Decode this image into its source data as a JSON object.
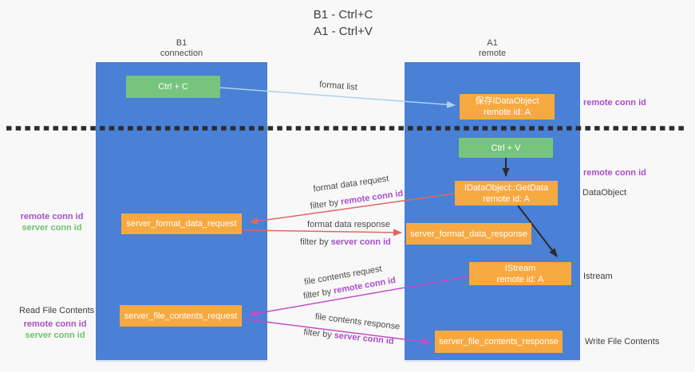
{
  "title": {
    "line1": "B1 - Ctrl+C",
    "line2": "A1 - Ctrl+V"
  },
  "lanes": {
    "left": {
      "title": "B1",
      "subtitle": "connection"
    },
    "right": {
      "title": "A1",
      "subtitle": "remote"
    }
  },
  "nodes": {
    "ctrl_c": {
      "label": "Ctrl + C"
    },
    "ctrl_v": {
      "label": "Ctrl + V"
    },
    "save_idataobject": {
      "line1": "保存IDataObject",
      "line2": "remote id: A"
    },
    "getdata": {
      "line1": "IDataObject::GetData",
      "line2": "remote id: A"
    },
    "istream": {
      "line1": "IStream",
      "line2": "remote id: A"
    },
    "format_request": {
      "label": "server_format_data_request"
    },
    "format_response": {
      "label": "server_format_data_response"
    },
    "file_request": {
      "label": "server_file_contents_request"
    },
    "file_response": {
      "label": "server_file_contents_response"
    }
  },
  "arrow_labels": {
    "format_list": "format list",
    "format_data_request": "format data request",
    "format_data_response": "format data response",
    "file_contents_request": "file contents request",
    "file_contents_response": "file contents response",
    "filter_by": "filter by",
    "remote_conn_id": "remote conn id",
    "server_conn_id": "server conn id"
  },
  "side_labels": {
    "remote_conn_id": "remote conn id",
    "server_conn_id": "server conn id",
    "dataobject": "DataObject",
    "istream": "Istream",
    "read_file_contents": "Read File Contents",
    "write_file_contents": "Write File Contents"
  },
  "colors": {
    "lane_blue": "#4a80d6",
    "box_orange": "#f7a941",
    "box_green": "#77c57d",
    "label_purple": "#a94fc9",
    "label_green": "#6cc46c",
    "arrow_red": "#e06666",
    "arrow_magenta": "#c64bc8",
    "arrow_lightblue": "#a9d3ee",
    "arrow_black": "#2b2b2b",
    "background": "#f8f8f8"
  }
}
